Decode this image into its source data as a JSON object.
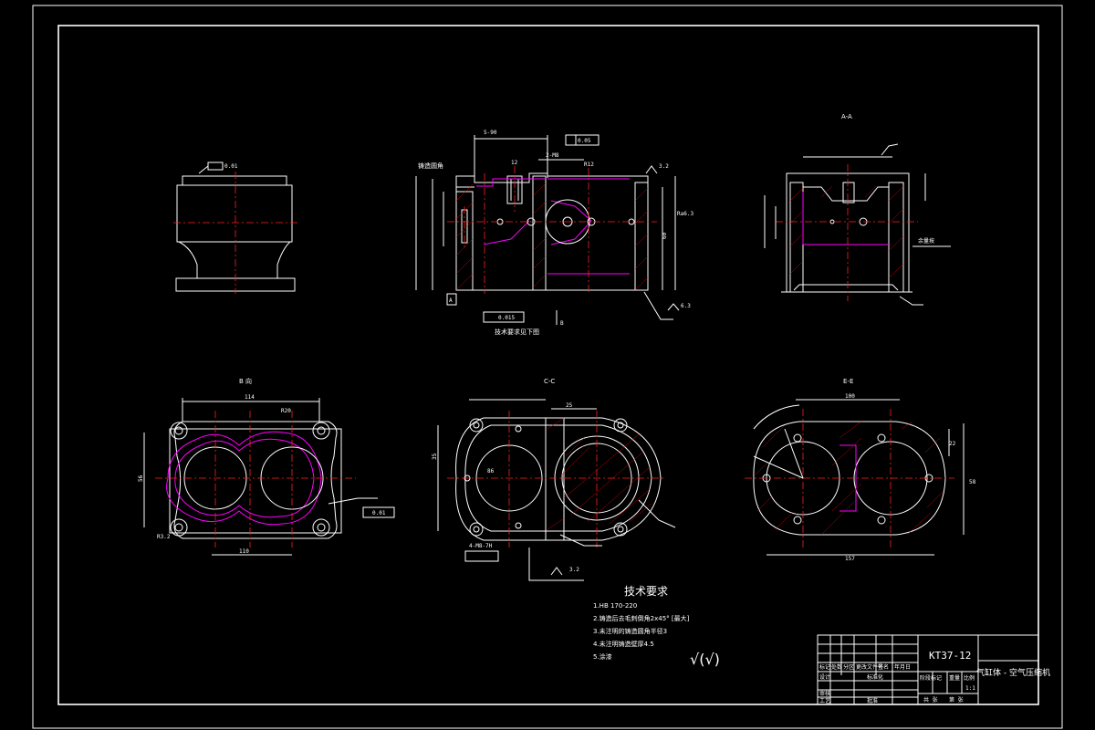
{
  "drawing": {
    "views": {
      "section_a": "A-A",
      "view_b": "B 向",
      "section_c": "C-C",
      "section_e": "E-E"
    },
    "tech_requirements": {
      "title": "技术要求",
      "items": [
        "1.HB 170-220",
        "2.铸造后去毛刺倒角2x45° [最大]",
        "3.未注明的铸造圆角半径3",
        "4.未注明铸造壁厚4.5",
        "5.涂漆"
      ]
    },
    "roughness_note": "√(√)",
    "title_block": {
      "drawing_no": "KT37-12",
      "part_name": "气缸体 - 空气压缩机",
      "scale": "1:1",
      "labels": [
        "标记",
        "处数",
        "分区",
        "更改文件号",
        "签名",
        "年月日",
        "设计",
        "标准化",
        "审核",
        "工艺",
        "批准",
        "阶段标记",
        "重量",
        "比例",
        "共 张",
        "第 张"
      ]
    },
    "dims": {
      "d1": "5-90",
      "d2": "0.01",
      "d3": "0.05",
      "d4": "12",
      "d5": "R12",
      "d6": "3.2",
      "d7": "114",
      "d8": "R20",
      "d9": "110",
      "d10": "R3.2",
      "d11": "0.01",
      "d12": "157",
      "d13": "56",
      "d14": "86",
      "d15": "35",
      "d16": "100",
      "d17": "58",
      "d18": "4-M8-7H",
      "d19": "6.3",
      "d20": "2-M8",
      "d21": "22",
      "d22": "25",
      "d23": "3.2",
      "d24": "60",
      "d25": "A",
      "d26": "B",
      "d27": "0.015",
      "d28": "Ra6.3",
      "d29": "技术要求见下图",
      "d30": "余量按",
      "d31": "铸造圆角"
    }
  }
}
